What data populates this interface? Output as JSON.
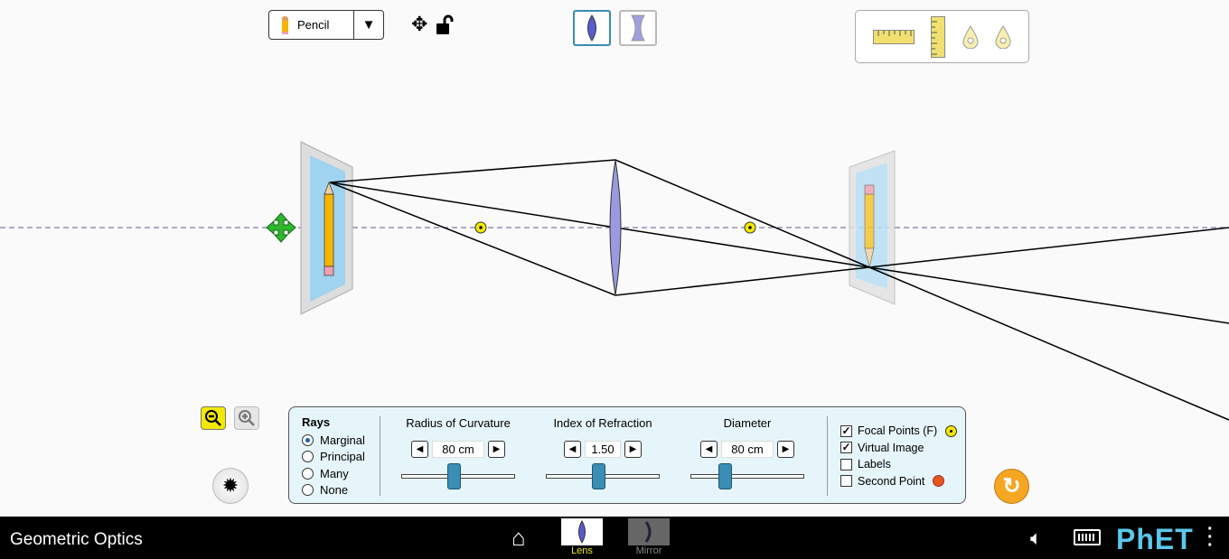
{
  "object_selector": {
    "selected": "Pencil",
    "icon": "pencil-icon"
  },
  "lens_types": [
    {
      "name": "convex-lens",
      "selected": true
    },
    {
      "name": "concave-lens",
      "selected": false
    }
  ],
  "toolbox": [
    "horizontal-ruler",
    "vertical-ruler",
    "light-source-marker",
    "light-source-marker"
  ],
  "controls": {
    "rays": {
      "title": "Rays",
      "options": [
        {
          "label": "Marginal",
          "checked": true
        },
        {
          "label": "Principal",
          "checked": false
        },
        {
          "label": "Many",
          "checked": false
        },
        {
          "label": "None",
          "checked": false
        }
      ]
    },
    "radius": {
      "title": "Radius of Curvature",
      "value": "80 cm",
      "fraction": 0.5
    },
    "index": {
      "title": "Index of Refraction",
      "value": "1.50",
      "fraction": 0.5
    },
    "diameter": {
      "title": "Diameter",
      "value": "80 cm",
      "fraction": 0.33
    },
    "checks": [
      {
        "label": "Focal Points (F)",
        "checked": true
      },
      {
        "label": "Virtual Image",
        "checked": true
      },
      {
        "label": "Labels",
        "checked": false
      },
      {
        "label": "Second Point",
        "checked": false
      }
    ]
  },
  "colors": {
    "accent": "#f5a623",
    "focal": "#f3e900",
    "second_point": "#e8561b",
    "lens": "#8888dd"
  },
  "navbar": {
    "title": "Geometric Optics",
    "screens": [
      {
        "label": "Lens",
        "selected": true
      },
      {
        "label": "Mirror",
        "selected": false
      }
    ],
    "check_marks": [
      "✓",
      "✓"
    ]
  }
}
